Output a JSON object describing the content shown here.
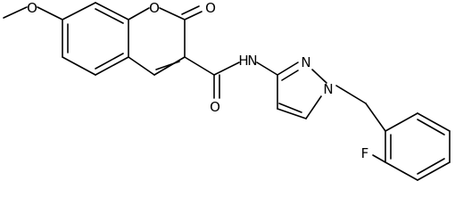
{
  "structure": {
    "atom_labels": {
      "methoxy_oxygen": "O",
      "ring_oxygen": "O",
      "carbonyl_oxygen": "O",
      "amide_oxygen": "O",
      "amide_nitrogen": "N",
      "amide_hydrogen": "H",
      "pyrazole_n2": "N",
      "pyrazole_n1": "N",
      "fluorine": "F"
    }
  }
}
